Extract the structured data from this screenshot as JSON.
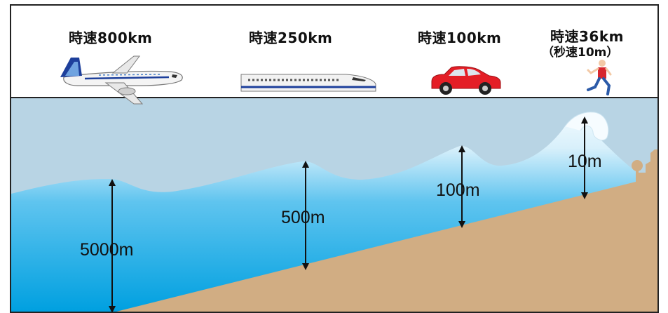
{
  "speeds": [
    {
      "label": "時速800km",
      "vehicle": "airplane-icon"
    },
    {
      "label": "時速250km",
      "vehicle": "bullet-train-icon"
    },
    {
      "label": "時速100km",
      "vehicle": "car-icon"
    },
    {
      "label": "時速36km",
      "sub": "（秒速10m）",
      "vehicle": "runner-icon"
    }
  ],
  "depths": [
    {
      "label": "5000m"
    },
    {
      "label": "500m"
    },
    {
      "label": "100m"
    },
    {
      "label": "10m"
    }
  ],
  "colors": {
    "sky": "#b8d4e4",
    "water_top": "#f3fbff",
    "water_bottom": "#00a8e6",
    "ground": "#d1ad83",
    "car": "#e41e26",
    "runner_shirt": "#d7262e",
    "runner_pants": "#2b5aa8"
  }
}
